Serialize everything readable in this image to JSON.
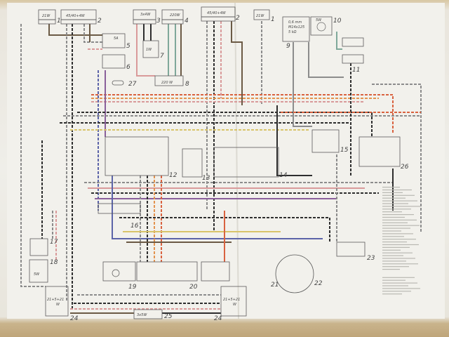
{
  "diagram": {
    "wire_colors": {
      "black": "#2e2e2e",
      "brown": "#6b5a45",
      "red": "#d9623f",
      "orange": "#e3934e",
      "blue": "#5c64a8",
      "green": "#7fa89a",
      "grey": "#8c8c8c",
      "pink": "#d99a9a",
      "yellow": "#d8c46a",
      "violet": "#8a5f9a"
    },
    "components": {
      "c1": {
        "num": "1",
        "label": "21W"
      },
      "c2": {
        "num": "2",
        "label": "45/40+4W"
      },
      "c3": {
        "num": "3",
        "label": "3x4W"
      },
      "c4": {
        "num": "4",
        "label": "220W"
      },
      "c2r": {
        "num": "2",
        "label": "45/40+4W"
      },
      "c1r": {
        "num": "1",
        "label": "21W"
      },
      "c5": {
        "num": "5",
        "label": "5A"
      },
      "c6": {
        "num": "6",
        "label": ""
      },
      "c7": {
        "num": "7",
        "label": "1W"
      },
      "c8": {
        "num": "8",
        "label": "220 W"
      },
      "c9": {
        "num": "9",
        "label": "0,6 mm",
        "label2": "M14x125",
        "label3": "5 kΩ"
      },
      "c10": {
        "num": "10",
        "label": "5W"
      },
      "c11": {
        "num": "11",
        "label": ""
      },
      "c12": {
        "num": "12",
        "label": ""
      },
      "c13": {
        "num": "13",
        "label": ""
      },
      "c14": {
        "num": "14",
        "label": ""
      },
      "c15": {
        "num": "15",
        "label": ""
      },
      "c16": {
        "num": "16",
        "label": ""
      },
      "c17": {
        "num": "17",
        "label": ""
      },
      "c18": {
        "num": "18",
        "label": "5W"
      },
      "c19": {
        "num": "19",
        "label": ""
      },
      "c20": {
        "num": "20",
        "label": ""
      },
      "c21": {
        "num": "21",
        "label": ""
      },
      "c22": {
        "num": "22",
        "label": ""
      },
      "c23": {
        "num": "23",
        "label": ""
      },
      "c24l": {
        "num": "24",
        "label": "21+5+21",
        "label2": "W"
      },
      "c24r": {
        "num": "24",
        "label": "21+5+21",
        "label2": "W"
      },
      "c25": {
        "num": "25",
        "label": "3x5W"
      },
      "c26": {
        "num": "26",
        "label": ""
      },
      "c27": {
        "num": "27",
        "label": ""
      }
    }
  }
}
